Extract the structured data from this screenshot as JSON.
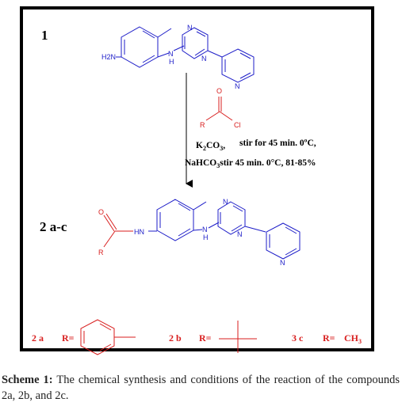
{
  "colors": {
    "frame": "#000000",
    "molecule": "#1c1cc8",
    "reagent": "#d81e1e",
    "caption_text": "#222222"
  },
  "labels": {
    "compound_1": "1",
    "compound_2": "2 a-c",
    "nh2": "H2N",
    "n": "N",
    "h": "H",
    "hn": "HN",
    "o": "O",
    "r": "R",
    "cl": "Cl"
  },
  "conditions": {
    "line1_k2co3": "K2CO3,",
    "line1_rest": "stir for 45 min. 0ºC,",
    "line2_nahco3": "NaHCO3,",
    "line2_rest": "stir 45 min. 0°C, 81-85%"
  },
  "substituents": {
    "a_label": "2 a",
    "a_r": "R=",
    "b_label": "2 b",
    "b_r": "R=",
    "c_label": "3 c",
    "c_r": "R=",
    "c_value": "CH3"
  },
  "caption": {
    "lead": "Scheme 1:",
    "body": " The chemical synthesis and conditions of the reaction of the compounds 2a, 2b, and 2c."
  }
}
